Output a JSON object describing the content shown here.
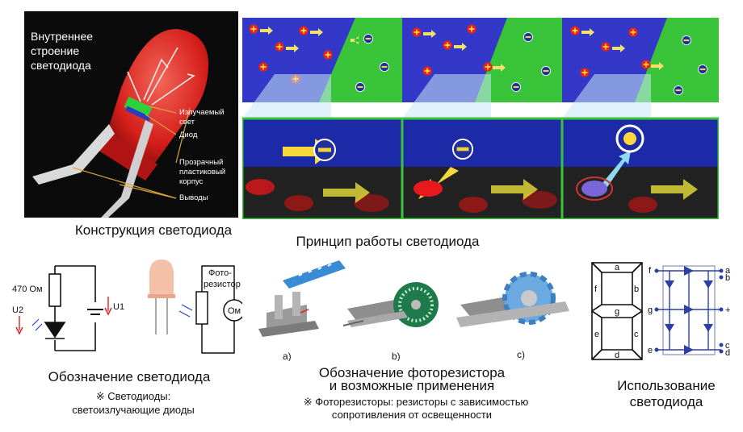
{
  "led_structure": {
    "title": "Внутреннее строение светодиода",
    "labels": {
      "light": "Излучаемый свет",
      "diode": "Диод",
      "case": "Прозрачный пластиковый корпус",
      "leads": "Выводы"
    },
    "caption": "Конструкция светодиода"
  },
  "principle": {
    "caption": "Принцип работы светодиода"
  },
  "symbol": {
    "caption": "Обозначение светодиода",
    "note_line1": "※ Светодиоды:",
    "note_line2": "светоизлучающие диоды",
    "resistor_label": "470 Ом",
    "u2": "U2",
    "u1": "U1",
    "photo_label_1": "Фото-",
    "photo_label_2": "резистор",
    "meter_label": "Ом"
  },
  "photoresistor": {
    "caption_line1": "Обозначение фоторезистора",
    "caption_line2": "и возможные применения",
    "note_line1": "※ Фоторезисторы: резисторы с зависимостью",
    "note_line2": "сопротивления от освещенности",
    "label_a": "a)",
    "label_b": "b)",
    "label_c": "c)"
  },
  "usage": {
    "caption_line1": "Использование",
    "caption_line2": "светодиода",
    "segments": {
      "a": "a",
      "b": "b",
      "c": "c",
      "d": "d",
      "e": "e",
      "f": "f",
      "g": "g"
    },
    "pins": {
      "f": "f",
      "a": "a",
      "b": "b",
      "g": "g",
      "plus": "+",
      "e": "e",
      "c": "c",
      "d": "d"
    }
  },
  "colors": {
    "led_red": "#e0201c",
    "chip_green": "#2fd13a",
    "p_region": "#3338c8",
    "n_region": "#39c43a",
    "arrow_yellow": "#f2d23a",
    "circuit_blue": "#2b3fa6"
  }
}
